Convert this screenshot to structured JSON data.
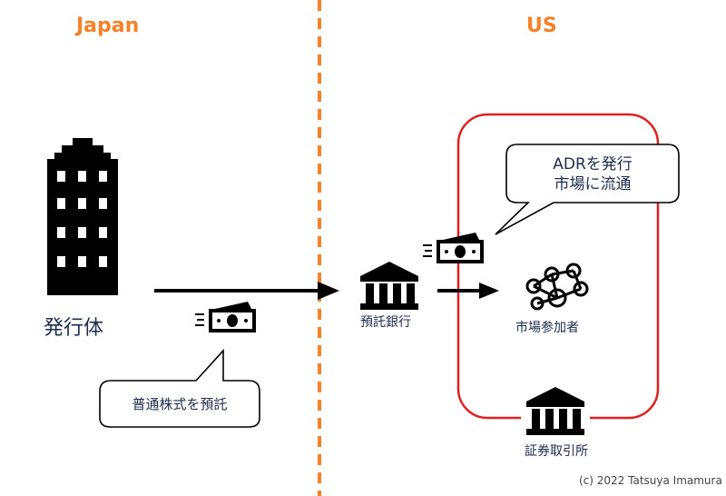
{
  "regions": {
    "left": "Japan",
    "right": "US"
  },
  "nodes": {
    "issuer": "発行体",
    "depositary_bank": "預託銀行",
    "market_participants": "市場参加者",
    "exchange": "証券取引所"
  },
  "callouts": {
    "deposit": "普通株式を預託",
    "adr_line1": "ADRを発行",
    "adr_line2": "市場に流通"
  },
  "copyright": "(c) 2022 Tatsuya Imamura",
  "colors": {
    "accent": "#f5822a",
    "frame": "#e02020",
    "ink": "#000000",
    "text": "#1f2d4d"
  },
  "icons": [
    "building-icon",
    "cash-icon",
    "bank-icon",
    "network-people-icon",
    "bank-icon"
  ]
}
